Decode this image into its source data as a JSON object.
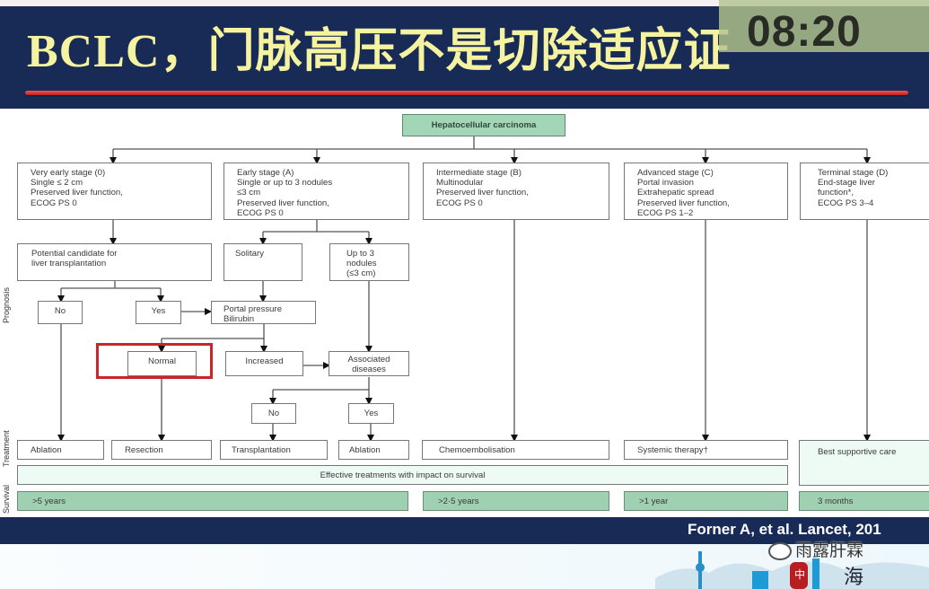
{
  "slide": {
    "title": "BCLC，门脉高压不是切除适应证",
    "clock": "08:20",
    "citation": "Forner A, et al. Lancet, 201",
    "watermark": "雨露肝霖"
  },
  "flowchart": {
    "root": "Hepatocellular carcinoma",
    "side_labels": {
      "prognosis": "Prognosis",
      "treatment": "Treatment",
      "survival": "Survival"
    },
    "stages": [
      {
        "lines": [
          "Very early stage (0)",
          "Single ≤ 2 cm",
          "Preserved liver function,",
          "ECOG PS 0"
        ]
      },
      {
        "lines": [
          "Early stage (A)",
          "Single or up to 3 nodules",
          "≤3 cm",
          "Preserved liver function,",
          "ECOG PS 0"
        ]
      },
      {
        "lines": [
          "Intermediate stage (B)",
          "Multinodular",
          "Preserved liver function,",
          "ECOG PS 0"
        ]
      },
      {
        "lines": [
          "Advanced stage (C)",
          "Portal invasion",
          "Extrahepatic spread",
          "Preserved liver function,",
          "ECOG PS 1–2"
        ]
      },
      {
        "lines": [
          "Terminal stage (D)",
          "End-stage liver",
          "function*,",
          "ECOG PS 3–4"
        ]
      }
    ],
    "nodes": {
      "candidate": [
        "Potential candidate for",
        "liver transplantation"
      ],
      "solitary": "Solitary",
      "up_to_3": [
        "Up to 3",
        "nodules",
        "(≤3 cm)"
      ],
      "no_1": "No",
      "yes_1": "Yes",
      "portal": [
        "Portal pressure",
        "Bilirubin"
      ],
      "normal": "Normal",
      "increased": "Increased",
      "associated": [
        "Associated",
        "diseases"
      ],
      "no_2": "No",
      "yes_2": "Yes"
    },
    "treatments": [
      "Ablation",
      "Resection",
      "Transplantation",
      "Ablation",
      "Chemoembolisation",
      "Systemic therapy†",
      "Best supportive care"
    ],
    "effective_banner": "Effective treatments with impact on survival",
    "survival": [
      ">5 years",
      ">2·5 years",
      ">1 year",
      "3 months"
    ],
    "highlight_color": "#c8262b"
  }
}
